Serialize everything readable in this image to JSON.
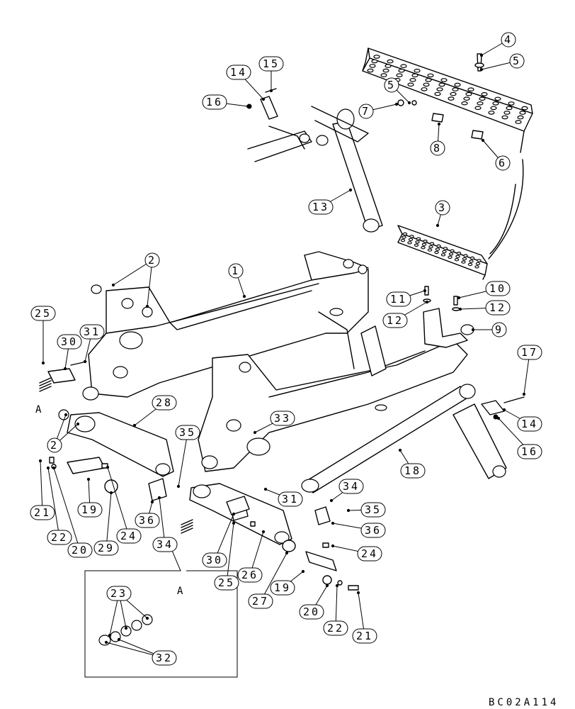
{
  "drawing_code": "BC02A114",
  "detail": {
    "label": "A"
  },
  "view_label": "A",
  "callouts": [
    {
      "id": "c1",
      "label": "1"
    },
    {
      "id": "c2a",
      "label": "2"
    },
    {
      "id": "c2b",
      "label": "2"
    },
    {
      "id": "c3",
      "label": "3"
    },
    {
      "id": "c4",
      "label": "4"
    },
    {
      "id": "c5a",
      "label": "5"
    },
    {
      "id": "c5b",
      "label": "5"
    },
    {
      "id": "c6",
      "label": "6"
    },
    {
      "id": "c7",
      "label": "7"
    },
    {
      "id": "c8",
      "label": "8"
    },
    {
      "id": "c9",
      "label": "9"
    },
    {
      "id": "c10",
      "label": "10"
    },
    {
      "id": "c11",
      "label": "11"
    },
    {
      "id": "c12a",
      "label": "12"
    },
    {
      "id": "c12b",
      "label": "12"
    },
    {
      "id": "c13",
      "label": "13"
    },
    {
      "id": "c14a",
      "label": "14"
    },
    {
      "id": "c14b",
      "label": "14"
    },
    {
      "id": "c15",
      "label": "15"
    },
    {
      "id": "c16a",
      "label": "16"
    },
    {
      "id": "c16b",
      "label": "16"
    },
    {
      "id": "c17",
      "label": "17"
    },
    {
      "id": "c18",
      "label": "18"
    },
    {
      "id": "c19a",
      "label": "19"
    },
    {
      "id": "c19b",
      "label": "19"
    },
    {
      "id": "c20a",
      "label": "20"
    },
    {
      "id": "c20b",
      "label": "20"
    },
    {
      "id": "c21a",
      "label": "21"
    },
    {
      "id": "c21b",
      "label": "21"
    },
    {
      "id": "c22a",
      "label": "22"
    },
    {
      "id": "c22b",
      "label": "22"
    },
    {
      "id": "c23",
      "label": "23"
    },
    {
      "id": "c24a",
      "label": "24"
    },
    {
      "id": "c24b",
      "label": "24"
    },
    {
      "id": "c25a",
      "label": "25"
    },
    {
      "id": "c25b",
      "label": "25"
    },
    {
      "id": "c26",
      "label": "26"
    },
    {
      "id": "c27",
      "label": "27"
    },
    {
      "id": "c28",
      "label": "28"
    },
    {
      "id": "c29",
      "label": "29"
    },
    {
      "id": "c30a",
      "label": "30"
    },
    {
      "id": "c30b",
      "label": "30"
    },
    {
      "id": "c31a",
      "label": "31"
    },
    {
      "id": "c31b",
      "label": "31"
    },
    {
      "id": "c32",
      "label": "32"
    },
    {
      "id": "c33",
      "label": "33"
    },
    {
      "id": "c34a",
      "label": "34"
    },
    {
      "id": "c34b",
      "label": "34"
    },
    {
      "id": "c35a",
      "label": "35"
    },
    {
      "id": "c35b",
      "label": "35"
    },
    {
      "id": "c36a",
      "label": "36"
    },
    {
      "id": "c36b",
      "label": "36"
    }
  ]
}
